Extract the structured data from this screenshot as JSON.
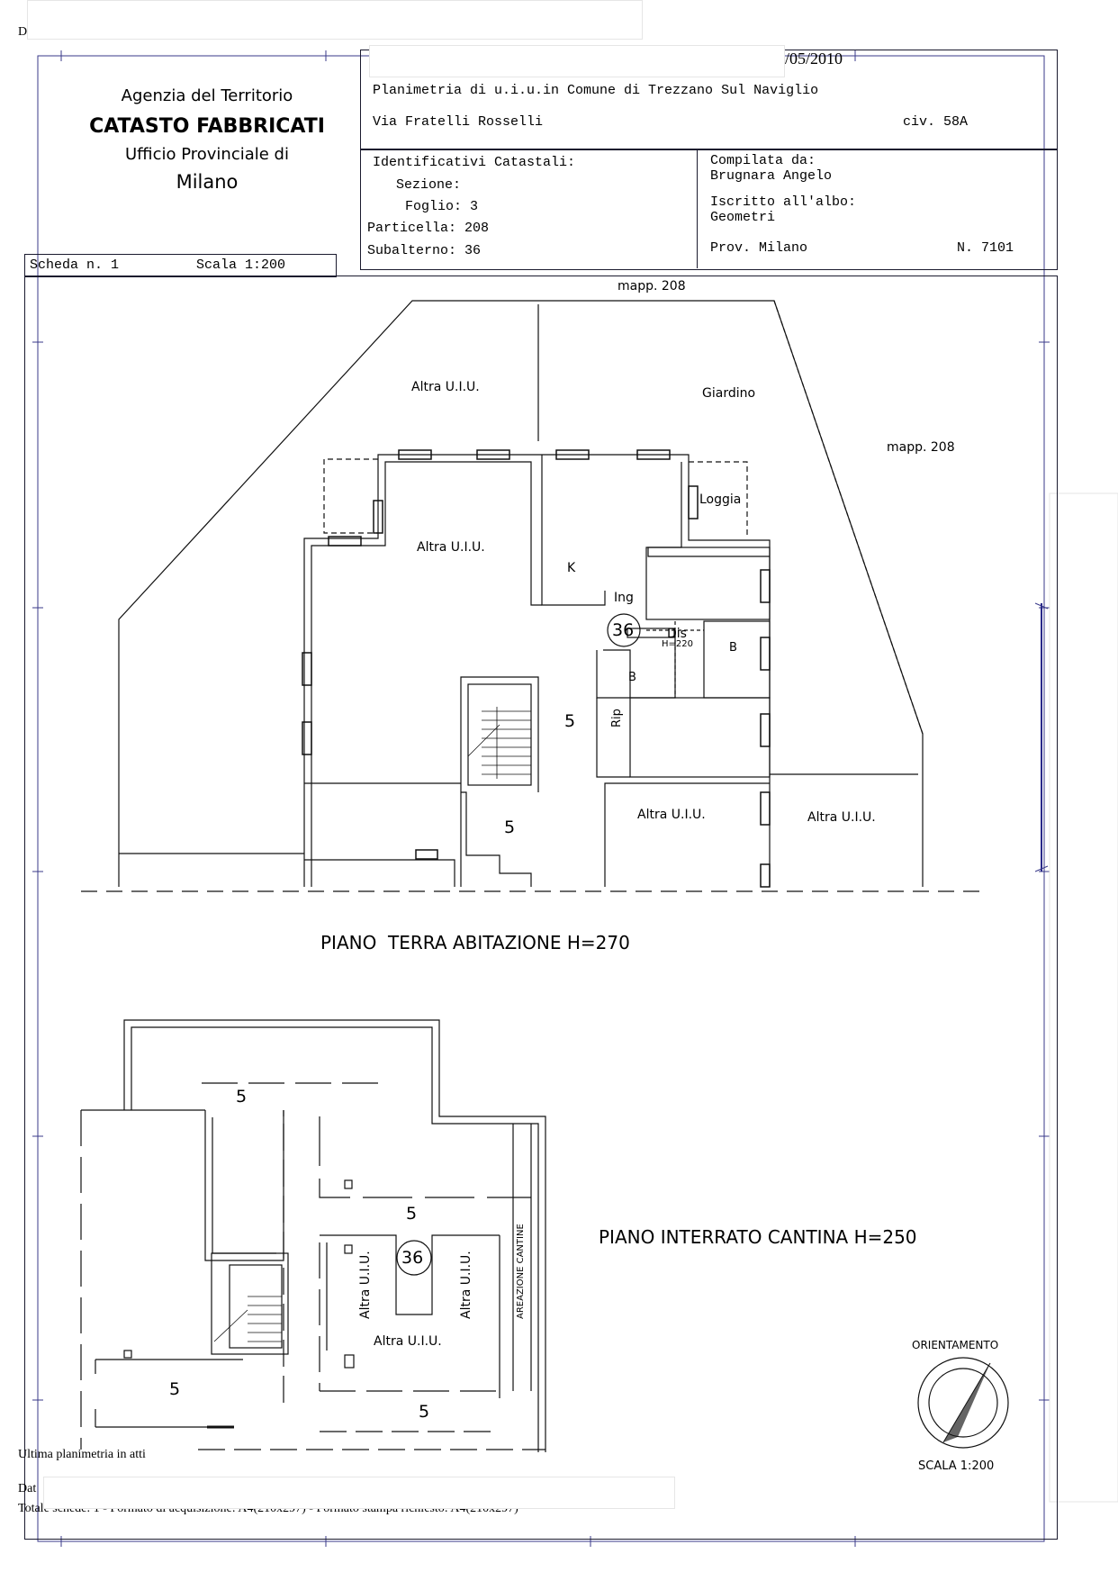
{
  "corner_letter": "D",
  "date_fragment": "/05/2010",
  "agency": {
    "line1": "Agenzia del Territorio",
    "line2": "CATASTO FABBRICATI",
    "line3": "Ufficio Provinciale di",
    "line4": "Milano"
  },
  "header": {
    "planimetria": "Planimetria di u.i.u.in Comune di Trezzano Sul Naviglio",
    "via": "Via Fratelli Rosselli",
    "civ": "civ. 58A"
  },
  "identificativi": {
    "title": "Identificativi Catastali:",
    "sezione": "Sezione:",
    "foglio": "Foglio: 3",
    "particella": "Particella: 208",
    "subalterno": "Subalterno: 36"
  },
  "compilata": {
    "label": "Compilata da:",
    "name": "Brugnara Angelo",
    "iscritto": "Iscritto all'albo:",
    "albo": "Geometri",
    "prov": "Prov. Milano",
    "num": "N.  7101"
  },
  "scheda": {
    "label": "Scheda n. 1",
    "scala": "Scala 1:200"
  },
  "ground_floor": {
    "mapp_top": "mapp. 208",
    "mapp_right": "mapp. 208",
    "altra_top": "Altra U.I.U.",
    "giardino": "Giardino",
    "loggia": "Loggia",
    "altra_left": "Altra U.I.U.",
    "k": "K",
    "ing": "Ing",
    "unit": "36",
    "dis": "Dis",
    "dis_h": "H=220",
    "b1": "B",
    "b2": "B",
    "rip": "Rip",
    "five_a": "5",
    "five_b": "5",
    "altra_bottom_mid": "Altra U.I.U.",
    "altra_bottom_right": "Altra U.I.U.",
    "title": "PIANO  TERRA ABITAZIONE H=270"
  },
  "basement": {
    "five_top": "5",
    "five_mid": "5",
    "five_left": "5",
    "five_bottom": "5",
    "unit": "36",
    "altra_v1": "Altra U.I.U.",
    "altra_v2": "Altra U.I.U.",
    "altra_h": "Altra U.I.U.",
    "areazione": "AREAZIONE CANTINE",
    "title": "PIANO INTERRATO CANTINA H=250"
  },
  "orientation": {
    "label": "ORIENTAMENTO",
    "scale": "SCALA 1:200"
  },
  "footer": {
    "ultima": "Ultima planimetria in atti",
    "dat": "Dat",
    "totale": "Totale schede: 1 - Formato di acquisizione: A4(210x297) - Formato stampa richiesto: A4(210x297)"
  }
}
